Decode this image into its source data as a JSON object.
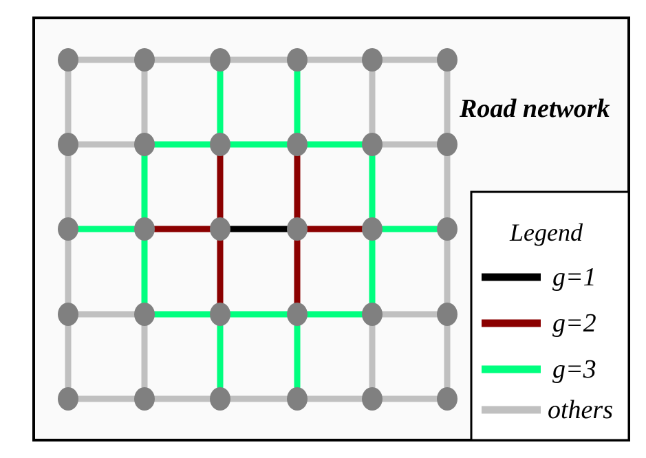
{
  "title": "Road network",
  "legend": {
    "title": "Legend",
    "items": [
      {
        "key": "g1",
        "label": "g=1",
        "color": "#000000"
      },
      {
        "key": "g2",
        "label": "g=2",
        "color": "#8b0000"
      },
      {
        "key": "g3",
        "label": "g=3",
        "color": "#00ff7f"
      },
      {
        "key": "others",
        "label": "others",
        "color": "#c0c0c0"
      }
    ]
  },
  "colors": {
    "node": "#808080",
    "frame": "#000000",
    "background": "#fafafa"
  },
  "network": {
    "columns": 6,
    "rows": 5,
    "horizontal_edges": [
      [
        "others",
        "others",
        "others",
        "others",
        "others"
      ],
      [
        "others",
        "g3",
        "g3",
        "g3",
        "others"
      ],
      [
        "g3",
        "g2",
        "g1",
        "g2",
        "g3"
      ],
      [
        "others",
        "g3",
        "g3",
        "g3",
        "others"
      ],
      [
        "others",
        "others",
        "others",
        "others",
        "others"
      ]
    ],
    "vertical_edges": [
      [
        "others",
        "others",
        "g3",
        "g3",
        "others",
        "others"
      ],
      [
        "others",
        "g3",
        "g2",
        "g2",
        "g3",
        "others"
      ],
      [
        "others",
        "g3",
        "g2",
        "g2",
        "g3",
        "others"
      ],
      [
        "others",
        "others",
        "g3",
        "g3",
        "others",
        "others"
      ]
    ]
  }
}
